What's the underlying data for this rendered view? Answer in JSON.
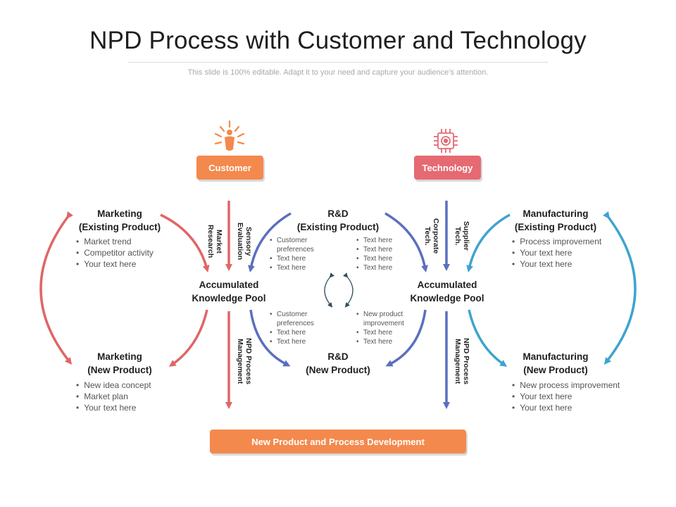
{
  "title": "NPD Process with Customer and Technology",
  "subtitle": "This slide is 100% editable. Adapt it to your need and capture your audience’s attention.",
  "colors": {
    "orange": "#f4894d",
    "red": "#e56a72",
    "blue": "#5b6fbf",
    "cyan": "#3fa3cf",
    "salmon": "#e06666"
  },
  "icons": {
    "customer": "person-radiating-icon",
    "technology": "chip-gear-icon"
  },
  "buttons": {
    "customer": "Customer",
    "technology": "Technology",
    "npd": "New Product and Process Development"
  },
  "nodes": {
    "marketing_existing": {
      "line1": "Marketing",
      "line2": "(Existing Product)",
      "items": [
        "Market trend",
        "Competitor activity",
        "Your text here"
      ]
    },
    "marketing_new": {
      "line1": "Marketing",
      "line2": "(New Product)",
      "items": [
        "New idea concept",
        "Market plan",
        "Your text here"
      ]
    },
    "rd_existing": {
      "line1": "R&D",
      "line2": "(Existing Product)",
      "left_items": [
        "Customer preferences",
        "Text here",
        "Text here"
      ],
      "right_items": [
        "Text here",
        "Text here",
        "Text here",
        "Text here"
      ]
    },
    "rd_new": {
      "line1": "R&D",
      "line2": "(New Product)",
      "left_items": [
        "Customer preferences",
        "Text here",
        "Text here"
      ],
      "right_items": [
        "New product improvement",
        "Text here",
        "Text here"
      ]
    },
    "manufacturing_existing": {
      "line1": "Manufacturing",
      "line2": "(Existing Product)",
      "items": [
        "Process improvement",
        "Your text here",
        "Your text here"
      ]
    },
    "manufacturing_new": {
      "line1": "Manufacturing",
      "line2": "(New Product)",
      "items": [
        "New process improvement",
        "Your text here",
        "Your text here"
      ]
    },
    "pool_left": {
      "line1": "Accumulated",
      "line2": "Knowledge Pool"
    },
    "pool_right": {
      "line1": "Accumulated",
      "line2": "Knowledge Pool"
    }
  },
  "vertical_labels": {
    "market_research": "Market Research",
    "sensory_evaluation": "Sensory Evaluation",
    "npd_left": "NPD Process Management",
    "corporate_tech": "Corporate Tech.",
    "supplier_tech": "Supplier Tech.",
    "npd_right": "NPD Process Management"
  }
}
